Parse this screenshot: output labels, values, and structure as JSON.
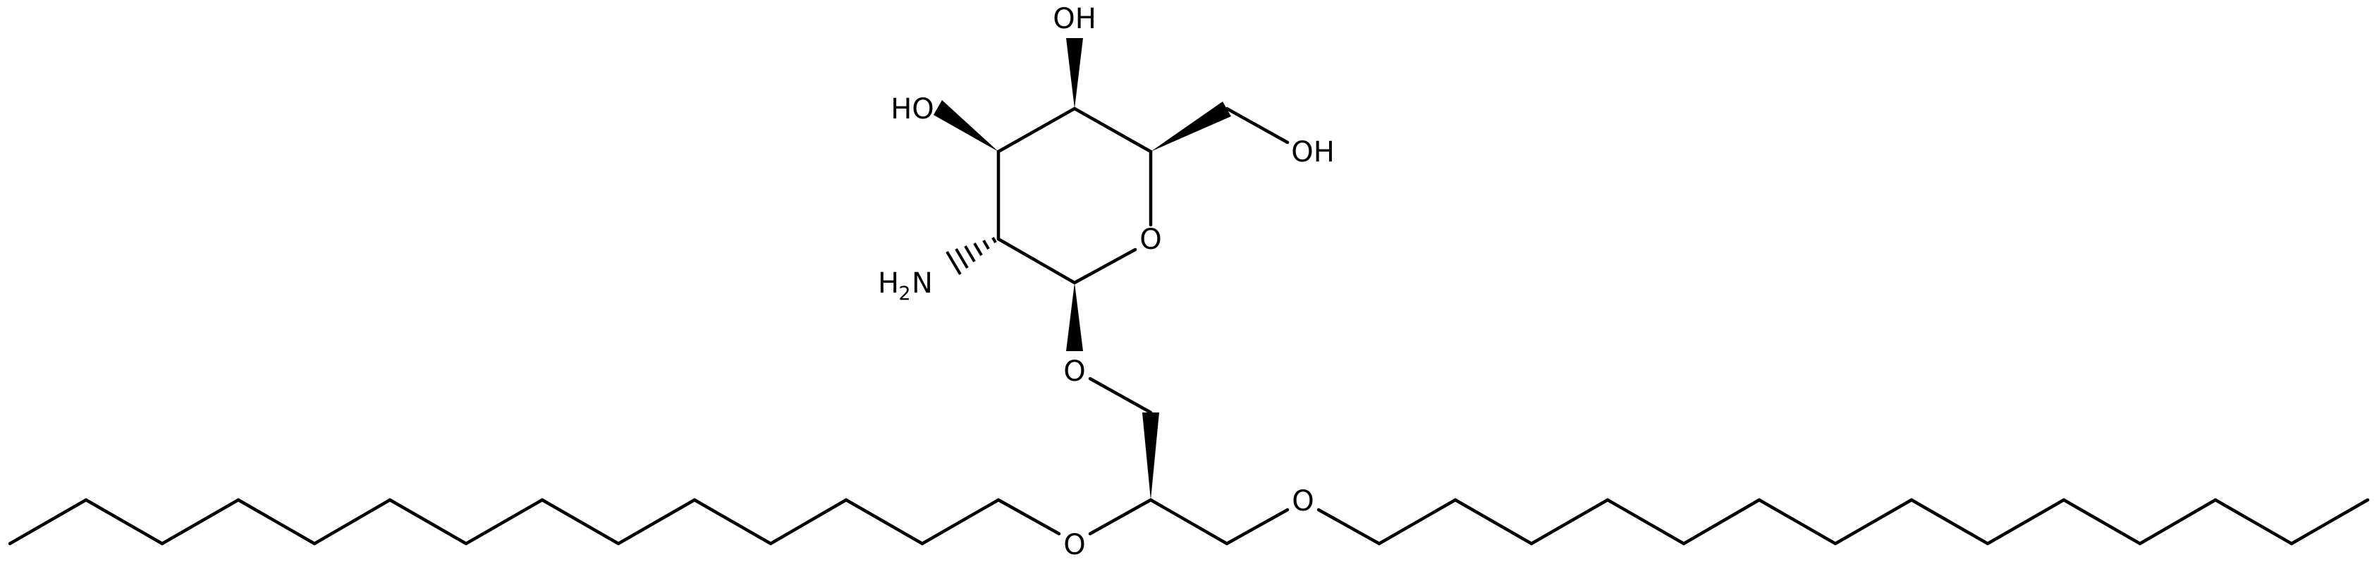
{
  "diagram": {
    "atom_labels": {
      "oh_top": "OH",
      "oh_left": "HO",
      "oh_right": "OH",
      "ring_oxygen": "O",
      "amine_h": "H",
      "amine_sub": "2",
      "amine_n": "N",
      "glycoside_oxygen": "O",
      "ether_oxygen_left": "O",
      "ether_oxygen_right": "O"
    }
  }
}
